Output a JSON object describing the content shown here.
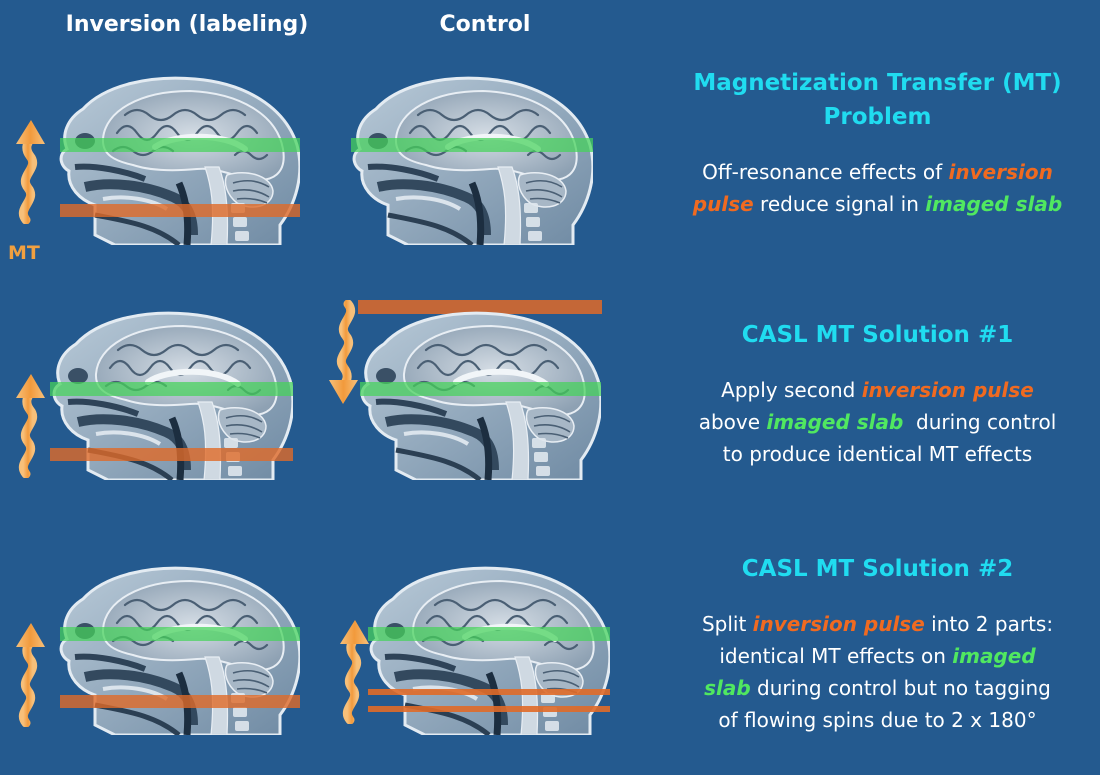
{
  "headers": {
    "left": "Inversion (labeling)",
    "right": "Control"
  },
  "mt_label": "MT",
  "sections": [
    {
      "title_line1": "Magnetization Transfer (MT)",
      "title_line2": "Problem",
      "l1_a": "Off-resonance effects of ",
      "l1_b": "inversion",
      "l2_a": "pulse",
      "l2_b": " reduce signal in ",
      "l2_c": "imaged slab"
    },
    {
      "title": "CASL MT Solution #1",
      "l1_a": "Apply second ",
      "l1_b": "inversion pulse",
      "l2_a": "above ",
      "l2_b": "imaged slab",
      "l2_c": "  during control",
      "l3": "to produce identical MT effects"
    },
    {
      "title": "CASL MT Solution #2",
      "l1_a": "Split ",
      "l1_b": "inversion pulse",
      "l1_c": " into 2 parts:",
      "l2_a": "identical MT effects on ",
      "l2_b": "imaged",
      "l3_a": "slab",
      "l3_b": " during control but no tagging",
      "l4": "of flowing spins due to 2 x 180°"
    }
  ],
  "colors": {
    "background": "#245a8f",
    "title_cyan": "#20dcf0",
    "inversion_orange": "#f06a20",
    "imaged_green": "#50e860",
    "arrow_orange": "#f0a040"
  }
}
